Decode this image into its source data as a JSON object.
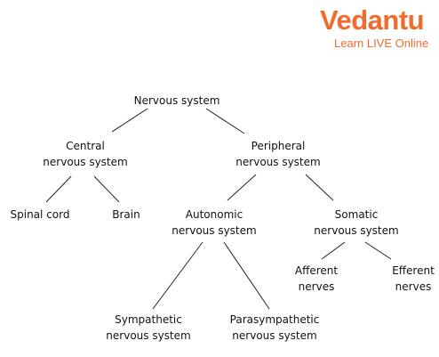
{
  "brand": {
    "name": "Vedantu",
    "tagline": "Learn LIVE Online",
    "color": "#f26b2a"
  },
  "diagram": {
    "type": "tree",
    "line_color": "#222222",
    "nodes": {
      "nervous_system": {
        "lines": [
          "Nervous system"
        ]
      },
      "central": {
        "lines": [
          "Central",
          "nervous system"
        ]
      },
      "peripheral": {
        "lines": [
          "Peripheral",
          "nervous system"
        ]
      },
      "spinal_cord": {
        "lines": [
          "Spinal cord"
        ]
      },
      "brain": {
        "lines": [
          "Brain"
        ]
      },
      "autonomic": {
        "lines": [
          "Autonomic",
          "nervous system"
        ]
      },
      "somatic": {
        "lines": [
          "Somatic",
          "nervous system"
        ]
      },
      "afferent": {
        "lines": [
          "Afferent",
          "nerves"
        ]
      },
      "efferent": {
        "lines": [
          "Efferent",
          "nerves"
        ]
      },
      "sympathetic": {
        "lines": [
          "Sympathetic",
          "nervous system"
        ]
      },
      "parasympathetic": {
        "lines": [
          "Parasympathetic",
          "nervous system"
        ]
      }
    },
    "edges": [
      [
        "nervous_system",
        "central"
      ],
      [
        "nervous_system",
        "peripheral"
      ],
      [
        "central",
        "spinal_cord"
      ],
      [
        "central",
        "brain"
      ],
      [
        "peripheral",
        "autonomic"
      ],
      [
        "peripheral",
        "somatic"
      ],
      [
        "somatic",
        "afferent"
      ],
      [
        "somatic",
        "efferent"
      ],
      [
        "autonomic",
        "sympathetic"
      ],
      [
        "autonomic",
        "parasympathetic"
      ]
    ]
  }
}
